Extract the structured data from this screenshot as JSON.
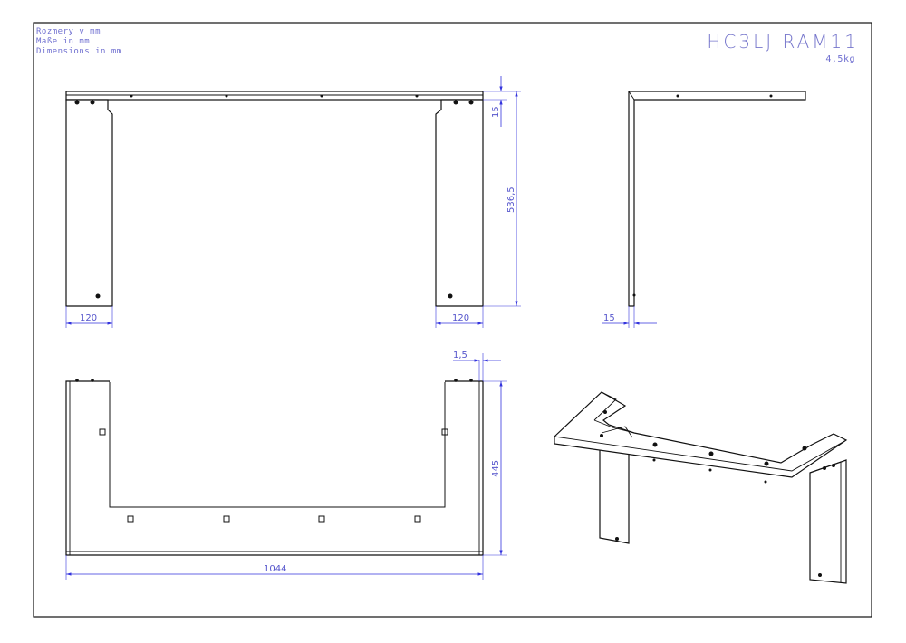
{
  "notes": {
    "line1": "Rozmery v mm",
    "line2": "Maße in mm",
    "line3": "Dimensions in mm"
  },
  "title": "HC3LJ RAM11",
  "weight": "4,5kg",
  "dimensions": {
    "front_left_width": "120",
    "front_right_width": "120",
    "front_top_height": "15",
    "front_total_height": "536,5",
    "side_depth": "15",
    "plan_offset": "1,5",
    "plan_depth": "445",
    "plan_length": "1044"
  }
}
